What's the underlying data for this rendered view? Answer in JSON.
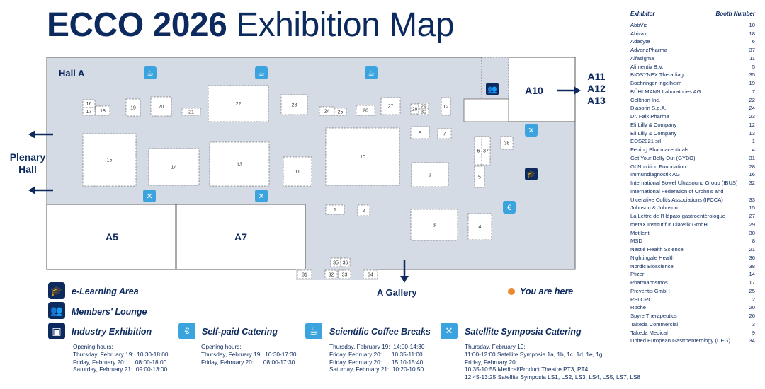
{
  "title": {
    "bold": "ECCO 2026",
    "light": "Exhibition Map"
  },
  "halls": {
    "hall_a": "Hall A",
    "a5": "A5",
    "a7": "A7",
    "a10": "A10",
    "a_right": "A11\nA12\nA13",
    "plenary": "Plenary\nHall",
    "a_gallery": "A Gallery",
    "you_are_here": "You are here"
  },
  "booth_numbers": [
    "1",
    "2",
    "3",
    "4",
    "5",
    "6",
    "7",
    "8",
    "9",
    "10",
    "11",
    "12",
    "13",
    "14",
    "15",
    "16",
    "17",
    "18",
    "19",
    "20",
    "21",
    "22",
    "23",
    "24",
    "25",
    "26",
    "27",
    "28",
    "29",
    "30",
    "31",
    "32",
    "33",
    "34",
    "35",
    "36",
    "37",
    "38"
  ],
  "legend": {
    "elearning": "e-Learning Area",
    "lounge": "Members' Lounge",
    "industry": "Industry Exhibition",
    "self_paid": "Self-paid Catering",
    "coffee": "Scientific Coffee Breaks",
    "satellite": "Satellite Symposia Catering"
  },
  "hours": {
    "industry": "Opening hours:\nThursday, February 19:  10:30-18:00\nFriday, February 20:      08:00-18:00\nSaturday, February 21:  09:00-13:00",
    "self_paid": "Opening hours:\nThursday, February 19:  10:30-17:30\nFriday, February 20:      08:00-17:30",
    "coffee": "Thursday, February 19:  14:00-14:30\nFriday, February 20:      10:35-11:00\nFriday, February 20:      15:10-15:40\nSaturday, February 21:  10:20-10:50",
    "satellite": "Thursday, February 19:\n11:00-12:00 Satellite Symposia 1a, 1b, 1c, 1d, 1e, 1g\nFriday, February 20:\n10:35-10:55 Medical/Product Theatre PT3, PT4\n12:45-13:25 Satellite Symposia LS1, LS2, LS3, LS4, LS5, LS7, LS8"
  },
  "exhibitor_list": {
    "header_name": "Exhibitor",
    "header_booth": "Booth Number",
    "rows": [
      {
        "name": "AbbVie",
        "booth": "10"
      },
      {
        "name": "Abivax",
        "booth": "18"
      },
      {
        "name": "Adacyte",
        "booth": "6"
      },
      {
        "name": "AdvanzPharma",
        "booth": "37"
      },
      {
        "name": "Alfasigma",
        "booth": "11"
      },
      {
        "name": "Alimentiv B.V.",
        "booth": "5"
      },
      {
        "name": "BIOSYNEX Theradiag",
        "booth": "35"
      },
      {
        "name": "Boehringer Ingelheim",
        "booth": "19"
      },
      {
        "name": "BÜHLMANN Laboratories AG",
        "booth": "7"
      },
      {
        "name": "Celltrion Inc.",
        "booth": "22"
      },
      {
        "name": "Diasorin S.p.A.",
        "booth": "24"
      },
      {
        "name": "Dr. Falk Pharma",
        "booth": "23"
      },
      {
        "name": "Eli Lilly & Company",
        "booth": "12"
      },
      {
        "name": "Eli Lilly & Company",
        "booth": "13"
      },
      {
        "name": "EOS2021 srl",
        "booth": "1"
      },
      {
        "name": "Ferring Pharmaceuticals",
        "booth": "4"
      },
      {
        "name": "Get Your Belly Out (GYBO)",
        "booth": "31"
      },
      {
        "name": "GI Nutrition Foundation",
        "booth": "28"
      },
      {
        "name": "Immundiagnostik AG",
        "booth": "16"
      },
      {
        "name": "International Bowel Ultrasound Group (IBUS)",
        "booth": "32"
      },
      {
        "name": "International Federation of Crohn's and",
        "booth": ""
      },
      {
        "name": "Ulcerative Colitis Associations (IFCCA)",
        "booth": "33"
      },
      {
        "name": "Johnson & Johnson",
        "booth": "15"
      },
      {
        "name": "La Lettre de l'Hépato-gastroentérologue",
        "booth": "27"
      },
      {
        "name": "metaX Institut für Diätetik GmbH",
        "booth": "29"
      },
      {
        "name": "Motilent",
        "booth": "30"
      },
      {
        "name": "MSD",
        "booth": "8"
      },
      {
        "name": "Nestlé Health Science",
        "booth": "21"
      },
      {
        "name": "Nightingale Health",
        "booth": "36"
      },
      {
        "name": "Nordic Bioscience",
        "booth": "38"
      },
      {
        "name": "Pfizer",
        "booth": "14"
      },
      {
        "name": "Pharmacosmos",
        "booth": "17"
      },
      {
        "name": "Preventis GmbH",
        "booth": "25"
      },
      {
        "name": "PSI CRO",
        "booth": "2"
      },
      {
        "name": "Roche",
        "booth": "20"
      },
      {
        "name": "Spyre Therapeutics",
        "booth": "26"
      },
      {
        "name": "Takeda Commercial",
        "booth": "3"
      },
      {
        "name": "Takeda Medical",
        "booth": "9"
      },
      {
        "name": "United European Gastroenterology (UEG)",
        "booth": "34"
      }
    ]
  },
  "colors": {
    "navy": "#0d2a5e",
    "hall_fill": "#d5dbe4",
    "light_blue": "#3ba4df",
    "orange": "#e98a2d"
  }
}
